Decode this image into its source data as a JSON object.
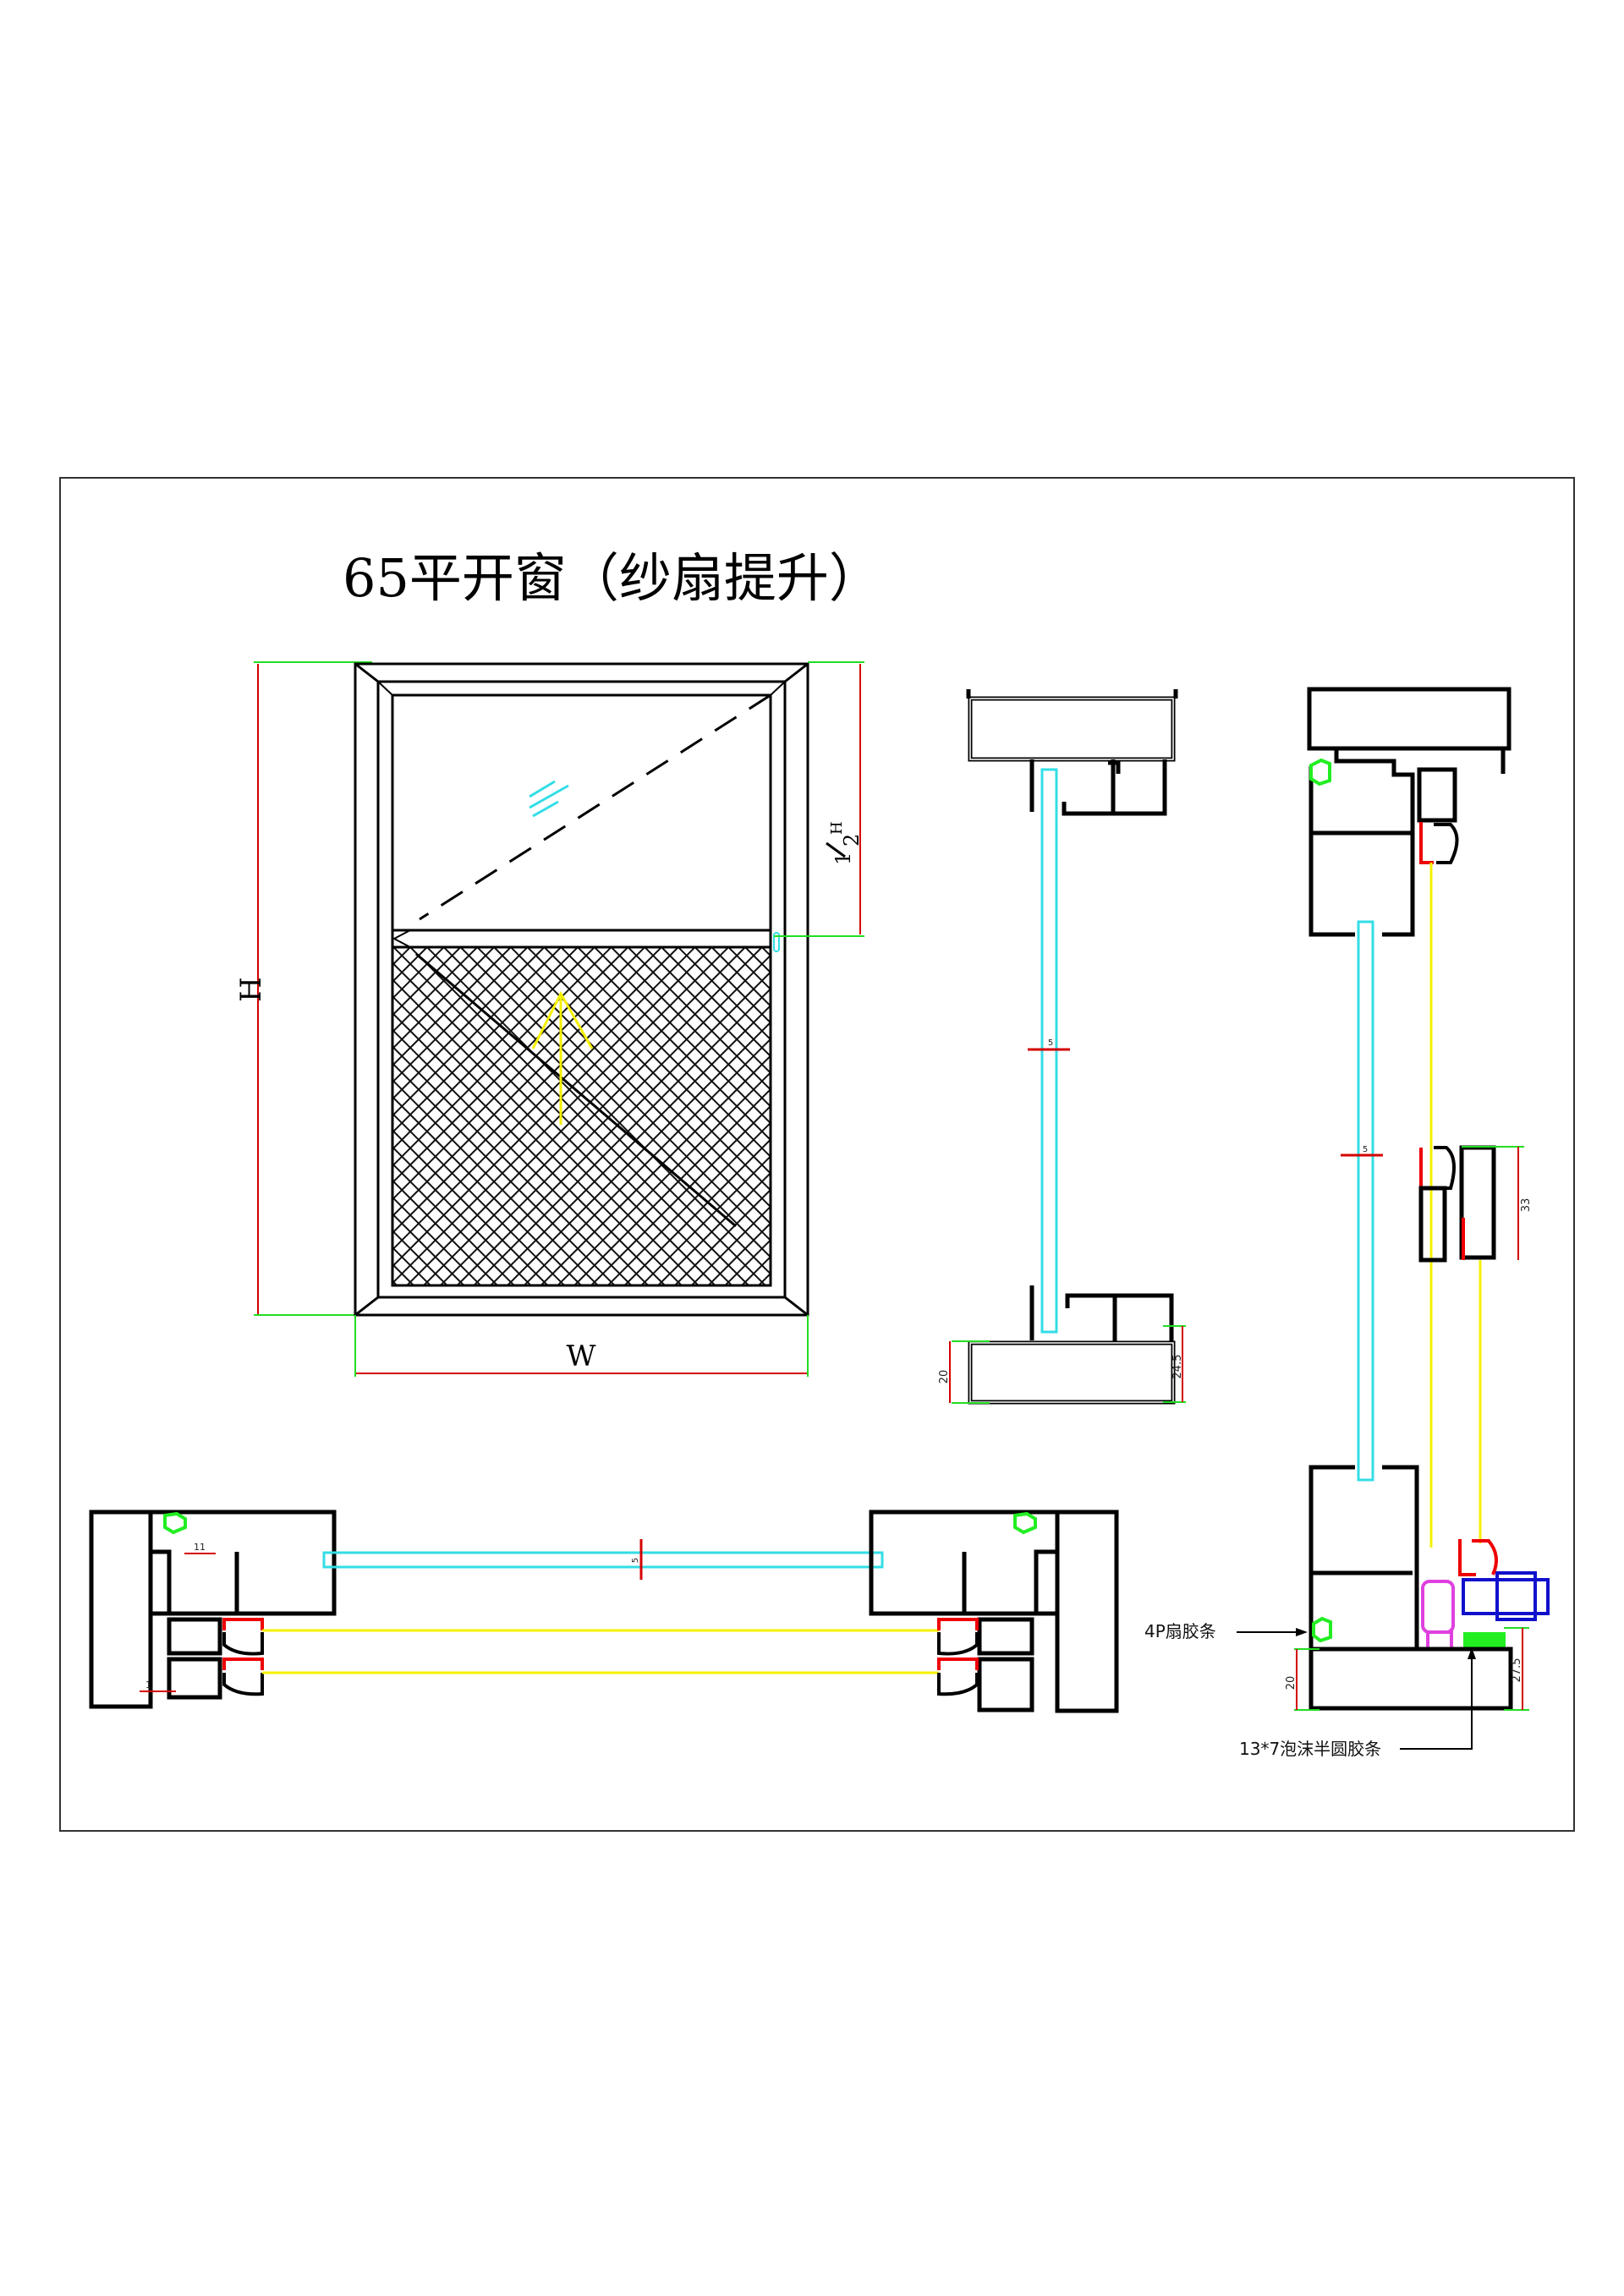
{
  "title": "65平开窗（纱扇提升）",
  "elevation": {
    "height_label": "H",
    "width_label": "W",
    "half_height_label": {
      "numerator": "1",
      "denominator": "2",
      "unit": "H"
    },
    "screen_direction": "up"
  },
  "vertical_section_center": {
    "glass_thickness": "5",
    "bottom_frame_height": "20",
    "bottom_sash_height": "24.5"
  },
  "vertical_section_right": {
    "glass_thickness": "5",
    "screen_sash_height": "33",
    "bottom_frame_height": "20",
    "bottom_sash_height": "27.5",
    "callouts": {
      "sash_gasket": "4P扇胶条",
      "foam_strip": "13*7泡沫半圆胶条"
    }
  },
  "horizontal_section": {
    "glass_thickness": "5",
    "gap_dimension": "11",
    "small_dimension": "1"
  },
  "colors": {
    "frame": "#000000",
    "dimension": "#d40000",
    "extension": "#22dd22",
    "glass": "#33dde6",
    "screen": "#f5f000",
    "gasket_red": "#ee0000",
    "gasket_green": "#22ee22",
    "hardware_magenta": "#e040e0",
    "hardware_blue": "#1010cc"
  }
}
